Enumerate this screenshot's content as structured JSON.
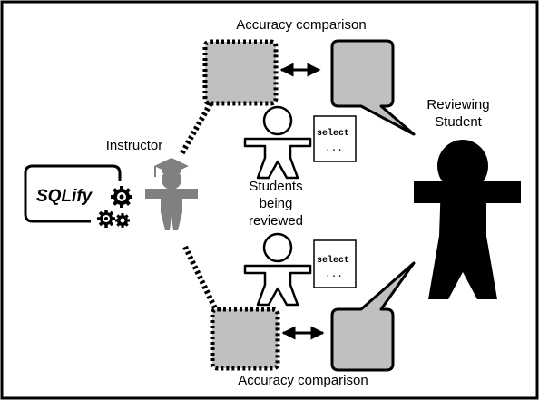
{
  "labels": {
    "accuracy_top": "Accuracy comparison",
    "accuracy_bottom": "Accuracy comparison",
    "instructor": "Instructor",
    "reviewing_line1": "Reviewing",
    "reviewing_line2": "Student",
    "students_line1": "Students",
    "students_line2": "being",
    "students_line3": "reviewed",
    "brand": "SQLify",
    "code_top": "select",
    "code_top_dots": "...",
    "code_bottom": "select",
    "code_bottom_dots": "..."
  },
  "colors": {
    "instructor": "#808080",
    "bubble_fill": "#c0c0c0",
    "reviewing_student": "#000000",
    "border": "#000000"
  },
  "icons": [
    "gear-icon",
    "graduation-cap-icon",
    "double-arrow-icon",
    "speech-bubble-icon",
    "person-icon"
  ]
}
